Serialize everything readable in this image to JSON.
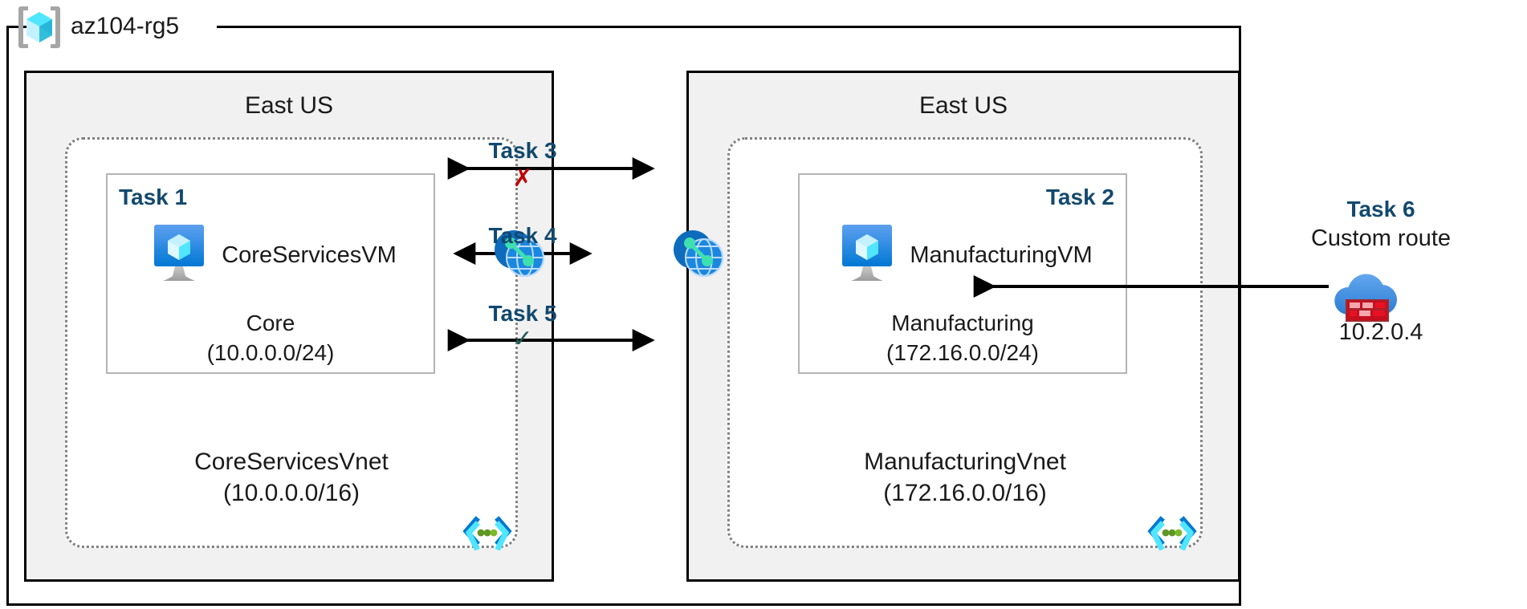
{
  "resource_group": {
    "label": "az104-rg5",
    "icon": "resource-group-cube-icon"
  },
  "regions": [
    {
      "id": "left",
      "label": "East US"
    },
    {
      "id": "right",
      "label": "East US"
    }
  ],
  "vnets": [
    {
      "id": "core",
      "name": "CoreServicesVnet",
      "cidr": "(10.0.0.0/16)",
      "task_tag": "Task 1",
      "vm_name": "CoreServicesVM",
      "vm_icon": "virtual-machine-icon",
      "subnet_name": "Core",
      "subnet_cidr": "(10.0.0.0/24)",
      "subnet_icon": "subnet-brackets-icon",
      "peering_icon": "vnet-peering-globe-icon"
    },
    {
      "id": "manufacturing",
      "name": "ManufacturingVnet",
      "cidr": "(172.16.0.0/16)",
      "task_tag": "Task 2",
      "vm_name": "ManufacturingVM",
      "vm_icon": "virtual-machine-icon",
      "subnet_name": "Manufacturing",
      "subnet_cidr": "(172.16.0.0/24)",
      "subnet_icon": "subnet-brackets-icon",
      "peering_icon": "vnet-peering-globe-icon"
    }
  ],
  "connections": [
    {
      "id": "task3",
      "label": "Task 3",
      "mark": "✗",
      "mark_meaning": "blocked",
      "mark_color": "#c00000",
      "direction": "bidirectional-split"
    },
    {
      "id": "task4",
      "label": "Task 4",
      "mark": "",
      "mark_meaning": "peering",
      "mark_color": "",
      "direction": "bidirectional"
    },
    {
      "id": "task5",
      "label": "Task 5",
      "mark": "✓",
      "mark_meaning": "allowed",
      "mark_color": "#1f5f5b",
      "direction": "bidirectional-split"
    }
  ],
  "custom_route": {
    "task_tag": "Task 6",
    "label": "Custom route",
    "ip": "10.2.0.4",
    "icon": "firewall-cloud-icon"
  },
  "colors": {
    "task_blue": "#12496e",
    "region_fill": "#f1f1f1",
    "region_border": "#000000",
    "vnet_border": "#808080",
    "subnet_border": "#b4b4b4",
    "azure_blue": "#0078d4",
    "cyan": "#50e6ff",
    "error_red": "#c00000",
    "success_green": "#1f5f5b",
    "firewall_red": "#e81123"
  }
}
